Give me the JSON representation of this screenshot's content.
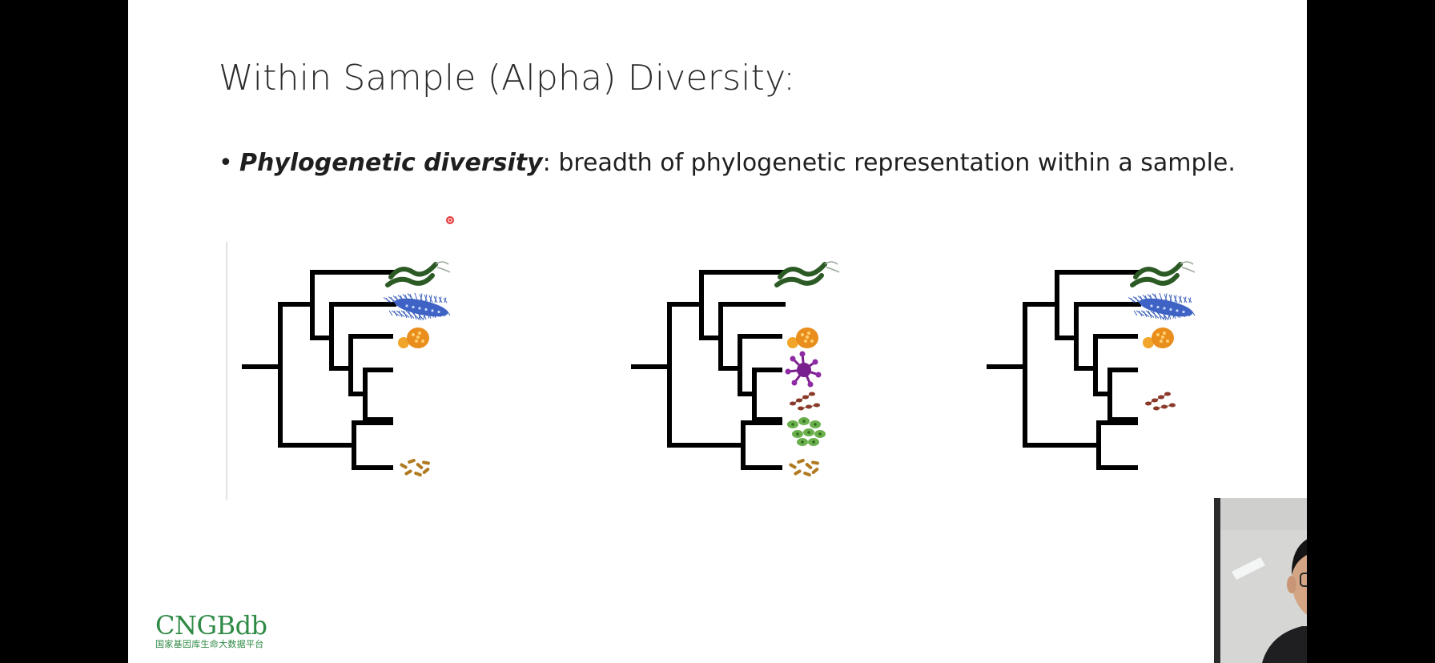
{
  "slide": {
    "title": "Within Sample (Alpha) Diversity:",
    "bullet": {
      "marker": "•",
      "term": "Phylogenetic diversity",
      "definition": ": breadth of phylogenetic representation within a sample."
    }
  },
  "trees": [
    {
      "id": "sample-1",
      "organisms": [
        "green-worm",
        "blue-bacterium",
        "orange-spore",
        "empty",
        "empty",
        "empty",
        "brown-rods"
      ]
    },
    {
      "id": "sample-2",
      "organisms": [
        "green-worm",
        "empty",
        "orange-spore",
        "purple-virus",
        "brown-chain",
        "green-cluster",
        "brown-rods"
      ]
    },
    {
      "id": "sample-3",
      "organisms": [
        "green-worm",
        "blue-bacterium",
        "orange-spore",
        "empty",
        "brown-chain",
        "empty",
        "empty"
      ]
    }
  ],
  "logo": {
    "name": "CNGBdb",
    "subtitle": "国家基因库生命大数据平台"
  },
  "colors": {
    "tree": "#000000",
    "logo": "#2f8a45",
    "slide_bg": "#ffffff",
    "frame_bg": "#000000"
  }
}
